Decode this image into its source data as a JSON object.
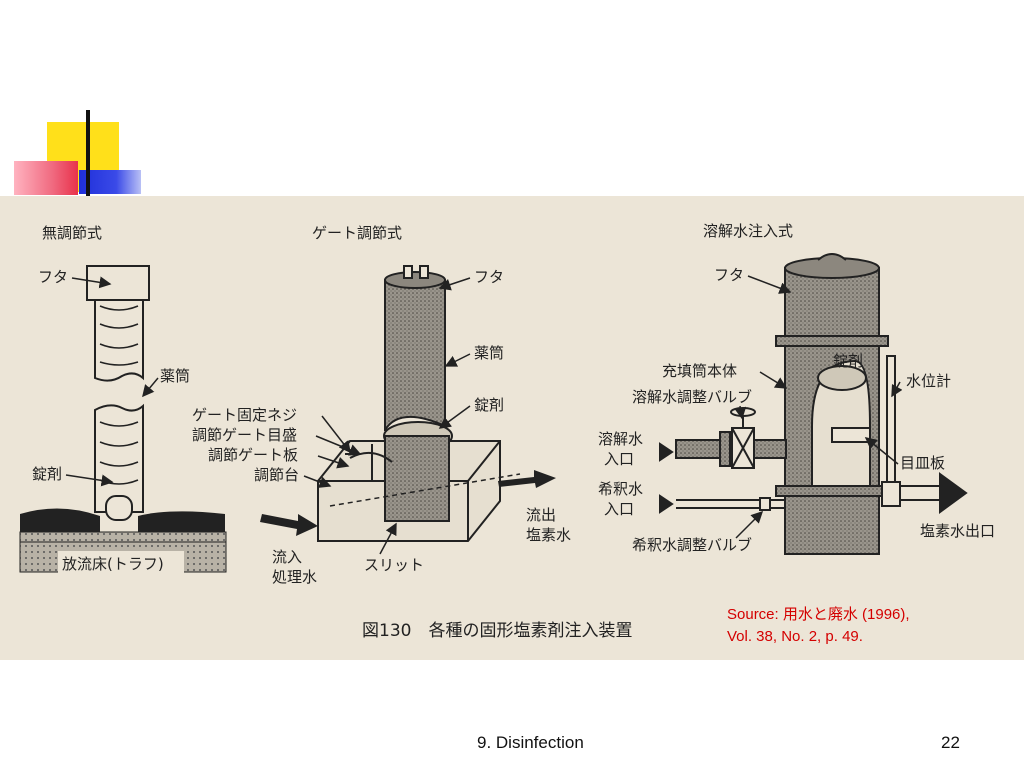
{
  "labels": {
    "left_title": "無調節式",
    "center_title": "ゲート調節式",
    "right_title": "溶解水注入式",
    "futa": "フタ",
    "yakutou": "薬筒",
    "jouzai": "錠剤",
    "trough": "放流床(トラフ)",
    "gate_screw": "ゲート固定ネジ",
    "gate_scale": "調節ゲート目盛",
    "gate_plate": "調節ゲート板",
    "adjust_base": "調節台",
    "slit": "スリット",
    "inflow_1": "流入",
    "inflow_2": "処理水",
    "outflow_1": "流出",
    "outflow_2": "塩素水",
    "packed_body": "充填筒本体",
    "dissolve_valve": "溶解水調整バルブ",
    "dissolve_in_1": "溶解水",
    "dissolve_in_2": "入口",
    "dilute_in_1": "希釈水",
    "dilute_in_2": "入口",
    "dilute_valve": "希釈水調整バルブ",
    "water_gauge": "水位計",
    "sieve_plate": "目皿板",
    "chlorine_out": "塩素水出口",
    "figure_caption": "図130　各種の固形塩素剤注入装置"
  },
  "source": {
    "line1": "Source: 用水と廃水 (1996),",
    "line2": "Vol. 38, No. 2, p. 49."
  },
  "footer": {
    "title": "9. Disinfection",
    "page": "22"
  }
}
